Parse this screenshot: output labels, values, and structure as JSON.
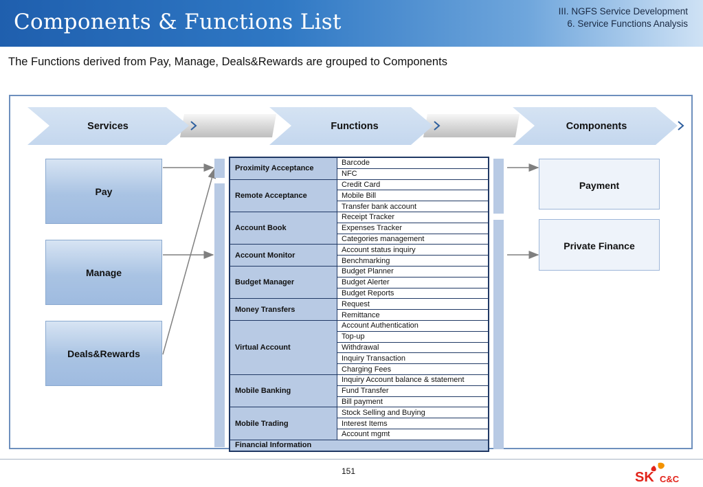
{
  "header": {
    "title": "Components & Functions List",
    "breadcrumb_line1": "III. NGFS Service Development",
    "breadcrumb_line2": "6. Service Functions Analysis"
  },
  "subtitle": "The Functions derived from Pay, Manage, Deals&Rewards are grouped to Components",
  "flow": {
    "services_label": "Services",
    "functions_label": "Functions",
    "components_label": "Components"
  },
  "services": [
    "Pay",
    "Manage",
    "Deals&Rewards"
  ],
  "components": [
    "Payment",
    "Private Finance"
  ],
  "function_groups": [
    {
      "group": "Proximity Acceptance",
      "functions": [
        "Barcode",
        "NFC"
      ]
    },
    {
      "group": "Remote Acceptance",
      "functions": [
        "Credit Card",
        "Mobile Bill",
        "Transfer bank account"
      ]
    },
    {
      "group": "Account Book",
      "functions": [
        "Receipt Tracker",
        "Expenses Tracker",
        "Categories management"
      ]
    },
    {
      "group": "Account Monitor",
      "functions": [
        "Account status inquiry",
        "Benchmarking"
      ]
    },
    {
      "group": "Budget Manager",
      "functions": [
        "Budget Planner",
        "Budget Alerter",
        "Budget Reports"
      ]
    },
    {
      "group": "Money Transfers",
      "functions": [
        "Request",
        "Remittance"
      ]
    },
    {
      "group": "Virtual Account",
      "functions": [
        "Account Authentication",
        "Top-up",
        "Withdrawal",
        "Inquiry Transaction",
        "Charging Fees"
      ]
    },
    {
      "group": "Mobile Banking",
      "functions": [
        "Inquiry Account balance & statement",
        "Fund Transfer",
        "Bill payment"
      ]
    },
    {
      "group": "Mobile Trading",
      "functions": [
        "Stock Selling and Buying",
        "Interest Items",
        "Account mgmt"
      ]
    }
  ],
  "financial_information": "Financial Information",
  "footer": {
    "page_number": "151",
    "logo_sk": "SK",
    "logo_cc": "C&C"
  },
  "colors": {
    "header_blue": "#1f5fae",
    "group_fill": "#b8cae4",
    "table_border": "#1f3864",
    "logo_red": "#e2231a",
    "logo_orange": "#f39200"
  }
}
